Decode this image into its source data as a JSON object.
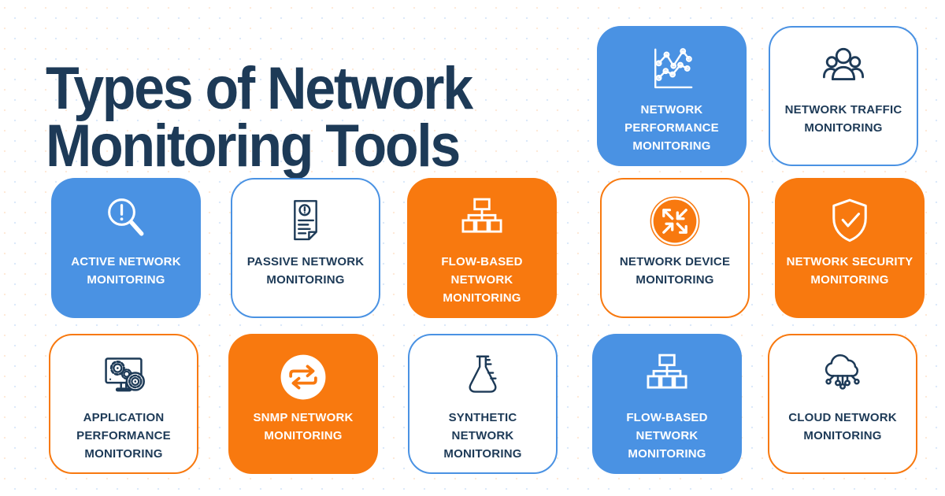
{
  "colors": {
    "blue": "#4a92e3",
    "orange": "#f8790f",
    "navy": "#1d3a57",
    "white": "#ffffff"
  },
  "header": {
    "title": "Types of Network\nMonitoring Tools"
  },
  "cards": [
    {
      "label": "NETWORK\nPERFORMANCE\nMONITORING",
      "style": "blue-filled",
      "icon": "line-chart"
    },
    {
      "label": "NETWORK TRAFFIC\nMONITORING",
      "style": "blue-outline",
      "icon": "users-group"
    },
    {
      "label": "ACTIVE NETWORK\nMONITORING",
      "style": "blue-filled",
      "icon": "magnifier-alert"
    },
    {
      "label": "PASSIVE NETWORK\nMONITORING",
      "style": "blue-outline",
      "icon": "document-report"
    },
    {
      "label": "FLOW-BASED\nNETWORK\nMONITORING",
      "style": "orange-filled",
      "icon": "network-tree"
    },
    {
      "label": "NETWORK DEVICE\nMONITORING",
      "style": "orange-outline",
      "icon": "router-arrows"
    },
    {
      "label": "NETWORK SECURITY\nMONITORING",
      "style": "orange-filled",
      "icon": "shield-check"
    },
    {
      "label": "APPLICATION\nPERFORMANCE\nMONITORING",
      "style": "orange-outline",
      "icon": "monitor-gears"
    },
    {
      "label": "SNMP NETWORK\nMONITORING",
      "style": "orange-filled",
      "icon": "exchange-arrows"
    },
    {
      "label": "SYNTHETIC\nNETWORK\nMONITORING",
      "style": "blue-outline",
      "icon": "flask"
    },
    {
      "label": "FLOW-BASED\nNETWORK\nMONITORING",
      "style": "blue-filled",
      "icon": "network-tree"
    },
    {
      "label": "CLOUD NETWORK\nMONITORING",
      "style": "orange-outline",
      "icon": "cloud-network"
    }
  ]
}
